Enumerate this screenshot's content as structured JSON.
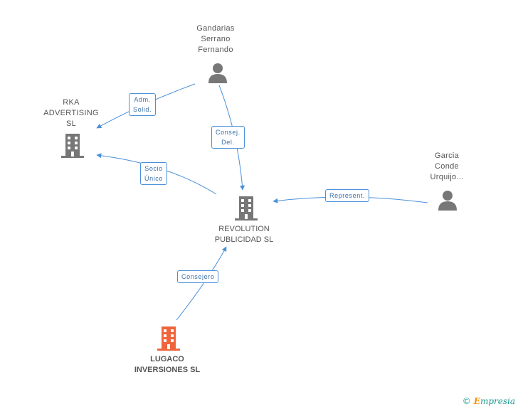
{
  "nodes": {
    "gandarias": {
      "lines": [
        "Gandarias",
        "Serrano",
        "Fernando"
      ],
      "type": "person"
    },
    "rka": {
      "lines": [
        "RKA",
        "ADVERTISING",
        "SL"
      ],
      "type": "company"
    },
    "garcia": {
      "lines": [
        "Garcia",
        "Conde",
        "Urquijo..."
      ],
      "type": "person"
    },
    "revolution": {
      "lines": [
        "REVOLUTION",
        "PUBLICIDAD SL"
      ],
      "type": "company"
    },
    "lugaco": {
      "lines": [
        "LUGACO",
        "INVERSIONES SL"
      ],
      "type": "company-main"
    }
  },
  "edges": {
    "adm_solid": {
      "lines": [
        "Adm.",
        "Solid."
      ]
    },
    "consej_del": {
      "lines": [
        "Consej.",
        "Del."
      ]
    },
    "socio_unico": {
      "lines": [
        "Socio",
        "Único"
      ]
    },
    "represent": {
      "lines": [
        "Represent."
      ]
    },
    "consejero": {
      "lines": [
        "Consejero"
      ]
    }
  },
  "colors": {
    "edge": "#4a90d9",
    "icon": "#777777",
    "main_icon": "#f0643c"
  },
  "brand": {
    "copyright": "©",
    "initial": "E",
    "name": "mpresia"
  }
}
